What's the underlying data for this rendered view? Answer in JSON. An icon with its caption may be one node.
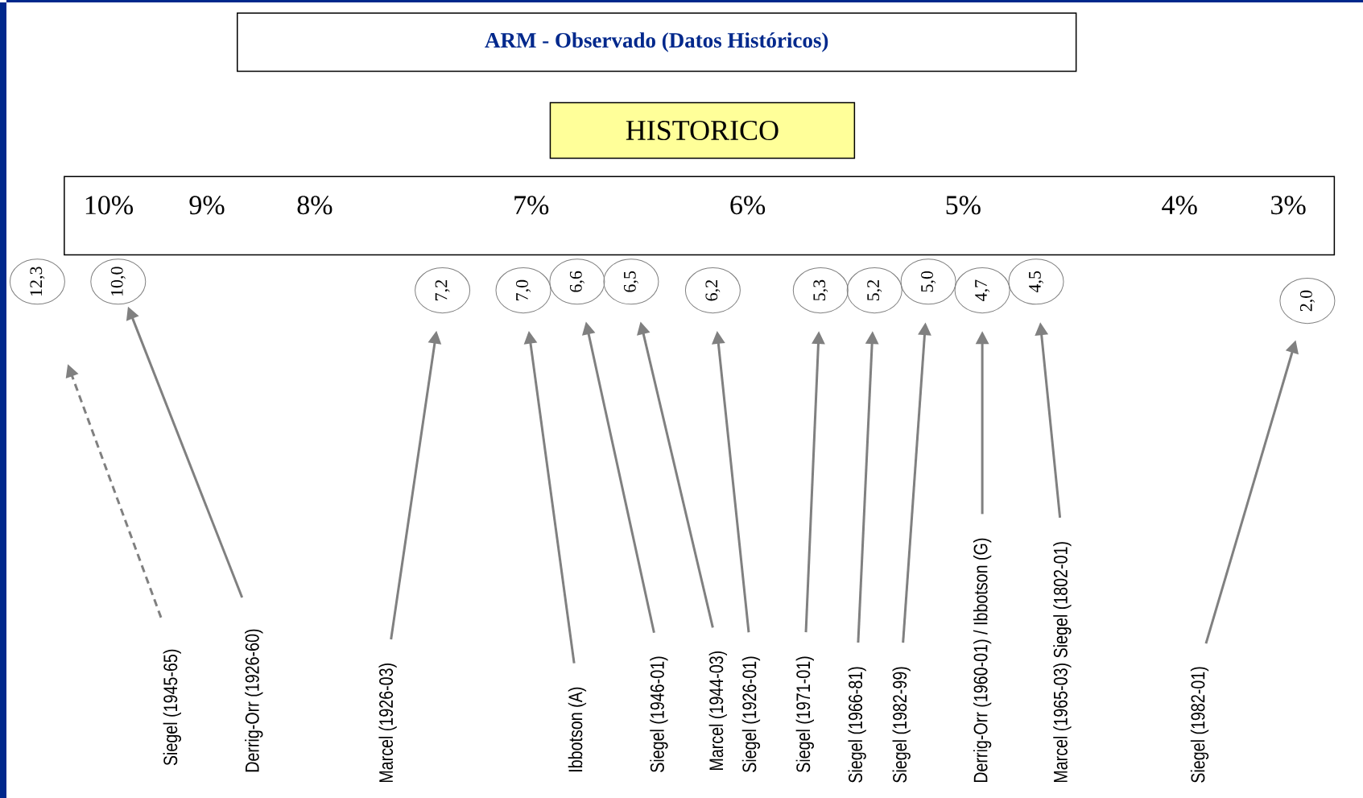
{
  "diagram": {
    "nodes": [
      {
        "text": [
          "ARM - Observado (Datos Históricos)"
        ]
      },
      {
        "text": [
          "HISTORICO"
        ]
      },
      {
        "text": [
          "10%",
          "9%",
          "8%",
          "7%",
          "6%",
          "5%",
          "4%",
          "3%"
        ]
      },
      {
        "text": [
          "12,3"
        ]
      },
      {
        "text": [
          "10,0"
        ]
      },
      {
        "text": [
          "7,2"
        ]
      },
      {
        "text": [
          "7,0"
        ]
      },
      {
        "text": [
          "6,6"
        ]
      },
      {
        "text": [
          "6,5"
        ]
      },
      {
        "text": [
          "6,2"
        ]
      },
      {
        "text": [
          "5,3"
        ]
      },
      {
        "text": [
          "5,2"
        ]
      },
      {
        "text": [
          "5,0"
        ]
      },
      {
        "text": [
          "4,7"
        ]
      },
      {
        "text": [
          "4,5"
        ]
      },
      {
        "text": [
          "2,0"
        ]
      },
      {
        "text": [
          "Siegel (1945-65)"
        ]
      },
      {
        "text": [
          "Derrig-Orr (1926-60)"
        ]
      },
      {
        "text": [
          "Marcel (1926-03)"
        ]
      },
      {
        "text": [
          "Ibbotson (A)"
        ]
      },
      {
        "text": [
          "Siegel (1946-01)"
        ]
      },
      {
        "text": [
          "Marcel (1944-03)"
        ]
      },
      {
        "text": [
          "Siegel (1926-01)"
        ]
      },
      {
        "text": [
          "Siegel (1971-01)"
        ]
      },
      {
        "text": [
          "Siegel (1966-81)"
        ]
      },
      {
        "text": [
          "Siegel (1982-99)"
        ]
      },
      {
        "text": [
          "Derrig-Orr (1960-01) / Ibbotson (G)"
        ]
      },
      {
        "text": [
          "Marcel (1965-03) Siegel (1802-01)"
        ]
      },
      {
        "text": [
          "Siegel (1982-01)"
        ]
      }
    ],
    "edges": [
      {
        "from": 16,
        "to": 3,
        "arrow": "to",
        "style": "dashed"
      },
      {
        "from": 17,
        "to": 4,
        "arrow": "to"
      },
      {
        "from": 18,
        "to": 5,
        "arrow": "to"
      },
      {
        "from": 19,
        "to": 6,
        "arrow": "to"
      },
      {
        "from": 20,
        "to": 7,
        "arrow": "to"
      },
      {
        "from": 21,
        "to": 8,
        "arrow": "to"
      },
      {
        "from": 22,
        "to": 9,
        "arrow": "to"
      },
      {
        "from": 23,
        "to": 10,
        "arrow": "to"
      },
      {
        "from": 24,
        "to": 11,
        "arrow": "to"
      },
      {
        "from": 25,
        "to": 12,
        "arrow": "to"
      },
      {
        "from": 26,
        "to": 13,
        "arrow": "to"
      },
      {
        "from": 27,
        "to": 14,
        "arrow": "to"
      },
      {
        "from": 28,
        "to": 15,
        "arrow": "to"
      }
    ]
  }
}
